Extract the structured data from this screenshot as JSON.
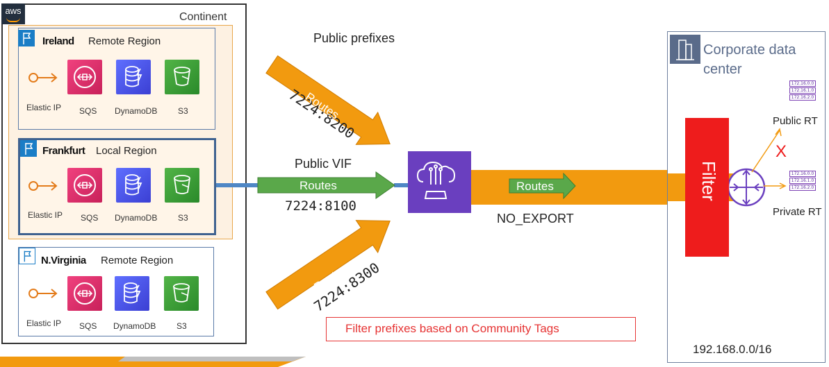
{
  "continent": {
    "badge": "aws",
    "label": "Continent",
    "regions": [
      {
        "name": "Ireland",
        "type": "Remote Region",
        "services": [
          "Elastic IP",
          "SQS",
          "DynamoDB",
          "S3"
        ]
      },
      {
        "name": "Frankfurt",
        "type": "Local Region",
        "services": [
          "Elastic IP",
          "SQS",
          "DynamoDB",
          "S3"
        ]
      },
      {
        "name": "N.Virginia",
        "type": "Remote Region",
        "services": [
          "Elastic IP",
          "SQS",
          "DynamoDB",
          "S3"
        ]
      }
    ]
  },
  "flows": {
    "public_prefixes": "Public prefixes",
    "public_vif": "Public VIF",
    "routes_label": "Routes",
    "community_top": "7224:8200",
    "community_mid": "7224:8100",
    "community_bottom": "7224:8300",
    "no_export": "NO_EXPORT"
  },
  "datacenter": {
    "title": "Corporate data center",
    "filter": "Filter",
    "public_rt": "Public RT",
    "private_rt": "Private RT",
    "block_mark": "X",
    "cidr": "192.168.0.0/16",
    "rt_entries": [
      "172.16.0.0",
      "172.16.1.0",
      "172.16.2.0"
    ]
  },
  "note": "Filter prefixes based on Community Tags",
  "colors": {
    "orange": "#f29a0f",
    "green": "#5aa84a",
    "blue_link": "#4f87c5",
    "filter_red": "#ee1c1c",
    "router_purple": "#6a3fbf",
    "aws_dark": "#232f3e"
  }
}
